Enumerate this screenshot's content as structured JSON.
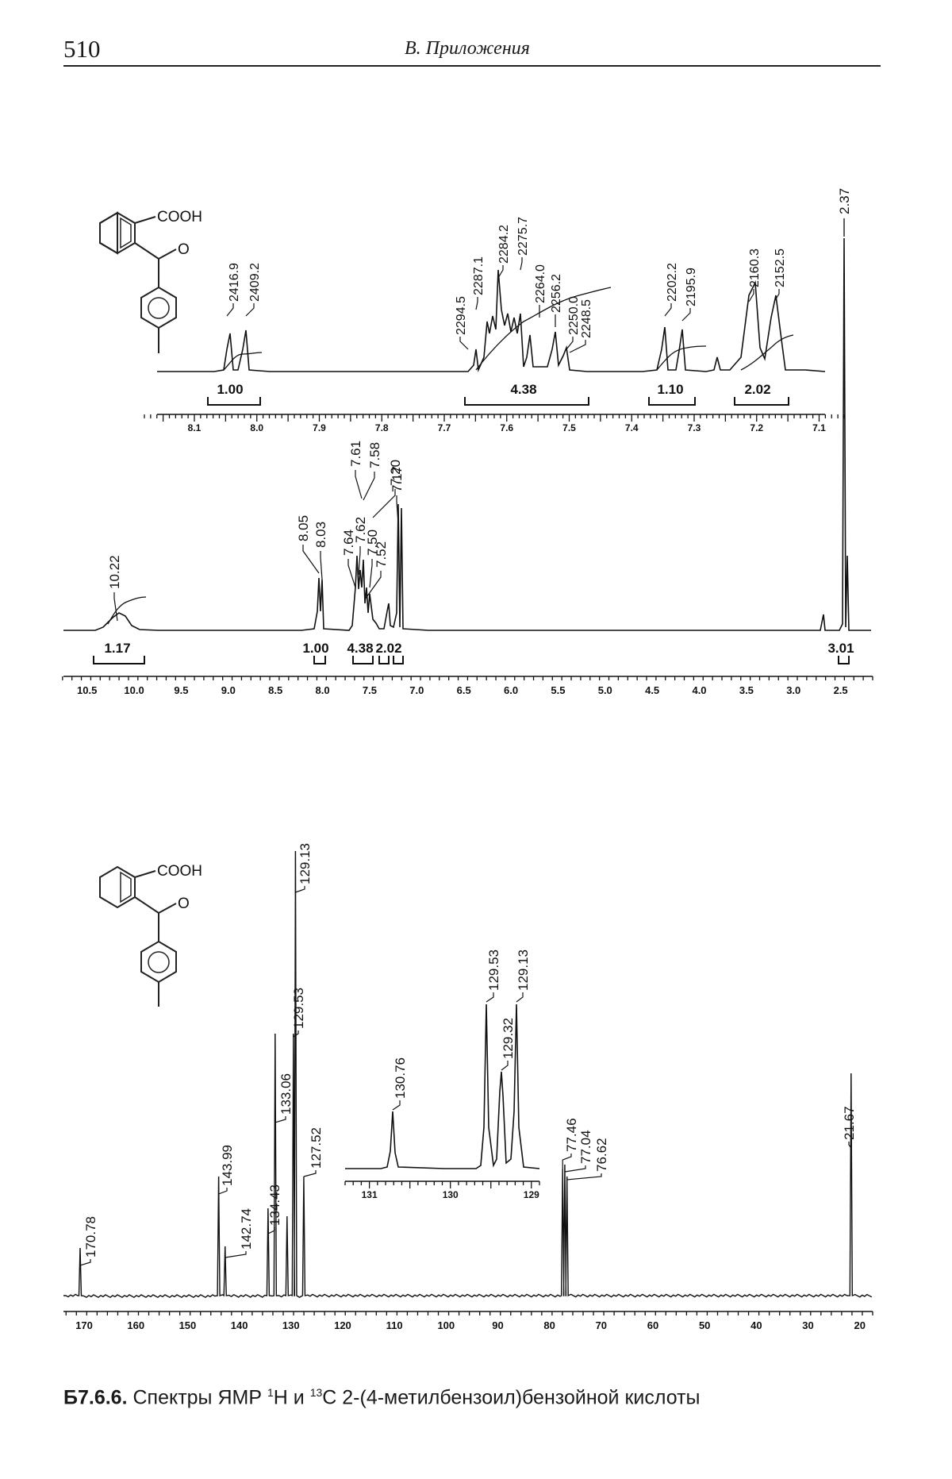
{
  "header": {
    "page_number": "510",
    "running_head": "В. Приложения"
  },
  "figure": {
    "structure": {
      "cooh_label": "COOH",
      "o_label": "O"
    },
    "h1_spectrum": {
      "peak_labels": [
        "10.22",
        "8.05",
        "8.03",
        "7.64",
        "7.62",
        "7.61",
        "7.58",
        "7.52",
        "7.50",
        "7.20",
        "7.17",
        "2.37"
      ],
      "integrals": [
        "1.17",
        "1.00",
        "4.38",
        "2.02",
        "3.01"
      ],
      "axis_ticks": [
        "10.5",
        "10.0",
        "9.5",
        "9.0",
        "8.5",
        "8.0",
        "7.5",
        "7.0",
        "6.5",
        "6.0",
        "5.5",
        "5.0",
        "4.5",
        "4.0",
        "3.5",
        "3.0",
        "2.5"
      ]
    },
    "h1_expansion": {
      "hz_labels": [
        "2416.9",
        "2409.2",
        "2294.5",
        "2287.1",
        "2284.2",
        "2275.7",
        "2264.0",
        "2256.2",
        "2250.0",
        "2248.5",
        "2202.2",
        "2195.9",
        "2160.3",
        "2152.5"
      ],
      "integrals": [
        "1.00",
        "4.38",
        "1.10",
        "2.02"
      ],
      "axis_ticks": [
        "8.1",
        "8.0",
        "7.9",
        "7.8",
        "7.7",
        "7.6",
        "7.5",
        "7.4",
        "7.3",
        "7.2",
        "7.1"
      ]
    },
    "c13_spectrum": {
      "peak_labels": [
        "170.78",
        "143.99",
        "142.74",
        "134.43",
        "133.06",
        "129.53",
        "129.13",
        "127.52",
        "77.46",
        "77.04",
        "76.62",
        "21.67"
      ],
      "axis_ticks": [
        "170",
        "160",
        "150",
        "140",
        "130",
        "120",
        "110",
        "100",
        "90",
        "80",
        "70",
        "60",
        "50",
        "40",
        "30",
        "20"
      ]
    },
    "c13_inset": {
      "peak_labels": [
        "130.76",
        "129.53",
        "129.32",
        "129.13"
      ],
      "axis_ticks": [
        "131",
        "130",
        "129"
      ]
    }
  },
  "caption": {
    "prefix": "Б7.6.6.",
    "text_1": " Спектры ЯМР ",
    "sup_1": "1",
    "text_2": "H и ",
    "sup_2": "13",
    "text_3": "C 2-(4-метилбензоил)бензойной кислоты"
  }
}
